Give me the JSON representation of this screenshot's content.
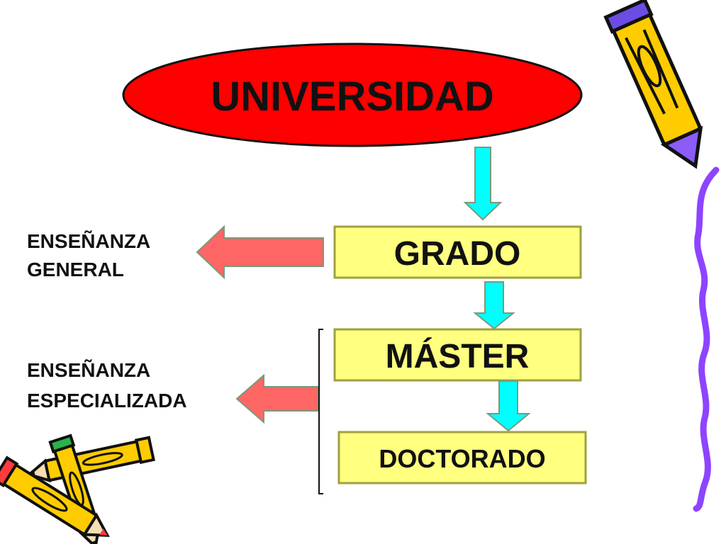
{
  "nodes": {
    "universidad": "UNIVERSIDAD",
    "grado": "GRADO",
    "master": "MÁSTER",
    "doctorado": "DOCTORADO"
  },
  "side_labels": {
    "general": [
      "ENSEÑANZA",
      "GENERAL"
    ],
    "especializada": [
      "ENSEÑANZA",
      "ESPECIALIZADA"
    ]
  },
  "colors": {
    "ellipse_fill": "#ff0000",
    "box_fill": "#ffff80",
    "box_stroke": "#a0a040",
    "down_arrow": "#00ffff",
    "side_arrow": "#ff6666",
    "wavy_line": "#8e44ff",
    "pencil_body": "#ffcc00"
  },
  "icons": [
    "pencil-icon",
    "pencil-icon",
    "pencil-icon"
  ]
}
